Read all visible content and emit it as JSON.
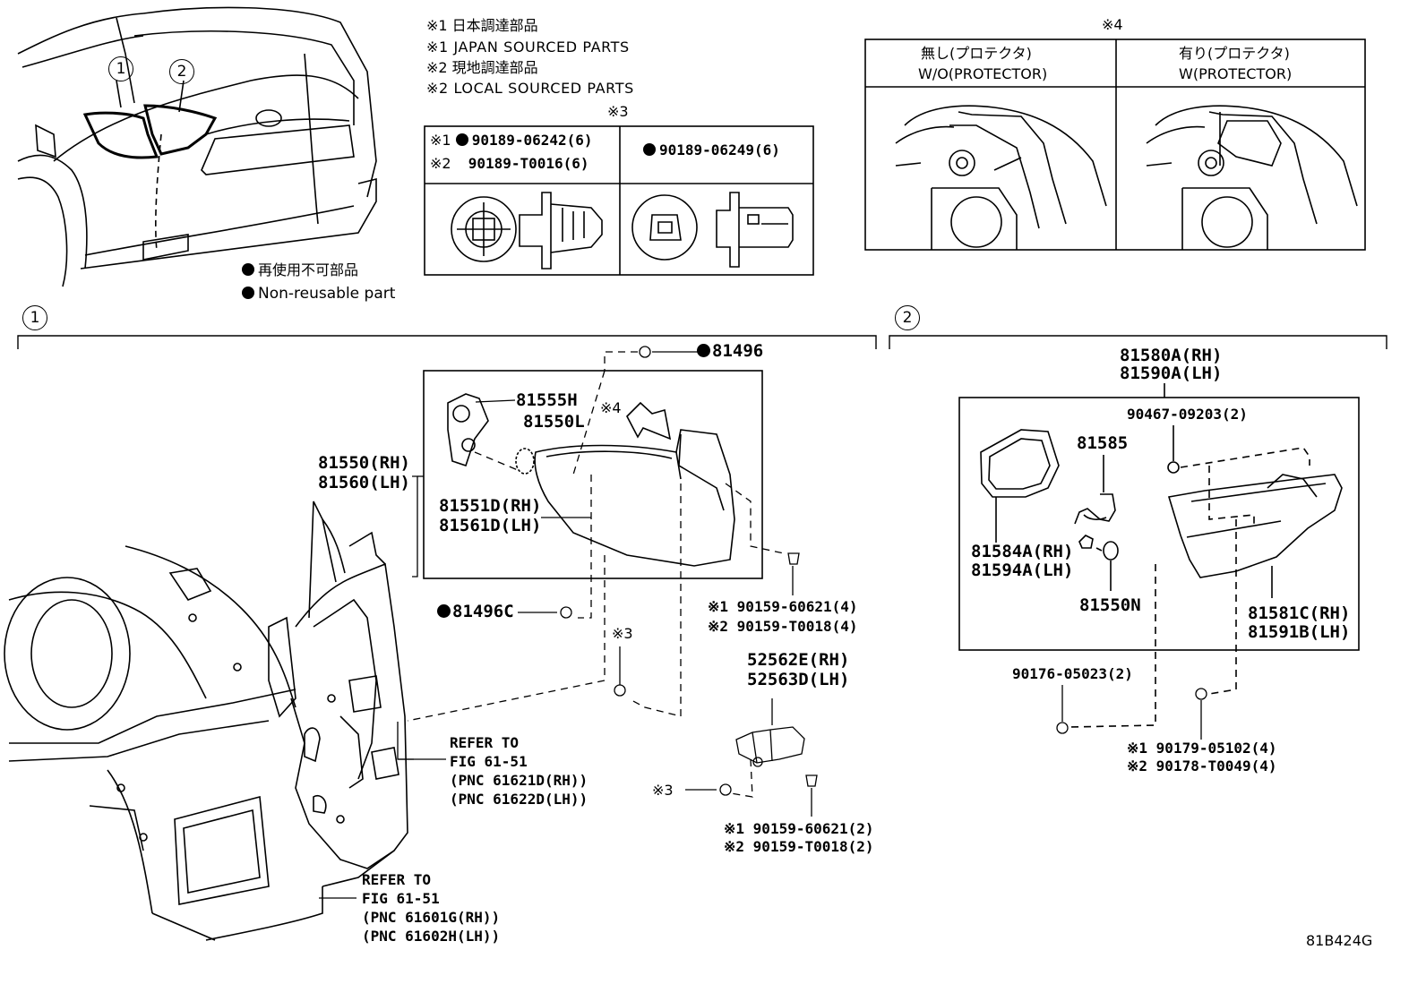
{
  "notes": {
    "n1_jp": "※1 日本調達部品",
    "n1_en": "※1 JAPAN SOURCED PARTS",
    "n2_jp": "※2 現地調達部品",
    "n2_en": "※2 LOCAL SOURCED PARTS"
  },
  "clip_table": {
    "mark": "※3",
    "cell1_line1_prefix": "※1",
    "cell1_line1_part": "90189-06242(6)",
    "cell1_line2_prefix": "※2",
    "cell1_line2_part": "90189-T0016(6)",
    "cell2_part": "90189-06249(6)"
  },
  "protector_table": {
    "mark": "※4",
    "col1_jp": "無し(プロテクタ)",
    "col1_en": "W/O(PROTECTOR)",
    "col2_jp": "有り(プロテクタ)",
    "col2_en": "W(PROTECTOR)"
  },
  "legend": {
    "jp": "再使用不可部品",
    "en": "Non-reusable part"
  },
  "callouts": {
    "c1": "1",
    "c2": "2"
  },
  "section1": {
    "p81496": "81496",
    "p81555H": "81555H",
    "p81550L": "81550L",
    "mark4": "※4",
    "p81550": "81550(RH)",
    "p81560": "81560(LH)",
    "p81551D": "81551D(RH)",
    "p81561D": "81561D(LH)",
    "p81496C": "81496C",
    "screw1_l1": "※1 90159-60621(4)",
    "screw1_l2": "※2 90159-T0018(4)",
    "mark3a": "※3",
    "p52562E": "52562E(RH)",
    "p52563D": "52563D(LH)",
    "mark3b": "※3",
    "screw2_l1": "※1 90159-60621(2)",
    "screw2_l2": "※2 90159-T0018(2)",
    "refer1_l1": "REFER TO",
    "refer1_l2": "FIG 61-51",
    "refer1_l3": "(PNC 61621D(RH))",
    "refer1_l4": "(PNC 61622D(LH))",
    "refer2_l1": "REFER TO",
    "refer2_l2": "FIG 61-51",
    "refer2_l3": "(PNC 61601G(RH))",
    "refer2_l4": "(PNC 61602H(LH))"
  },
  "section2": {
    "p81580A": "81580A(RH)",
    "p81590A": "81590A(LH)",
    "p90467": "90467-09203(2)",
    "p81585": "81585",
    "p81584A": "81584A(RH)",
    "p81594A": "81594A(LH)",
    "p81550N": "81550N",
    "p81581C": "81581C(RH)",
    "p81591B": "81591B(LH)",
    "p90176": "90176-05023(2)",
    "nut_l1": "※1 90179-05102(4)",
    "nut_l2": "※2 90178-T0049(4)"
  },
  "diagram_code": "81B424G"
}
